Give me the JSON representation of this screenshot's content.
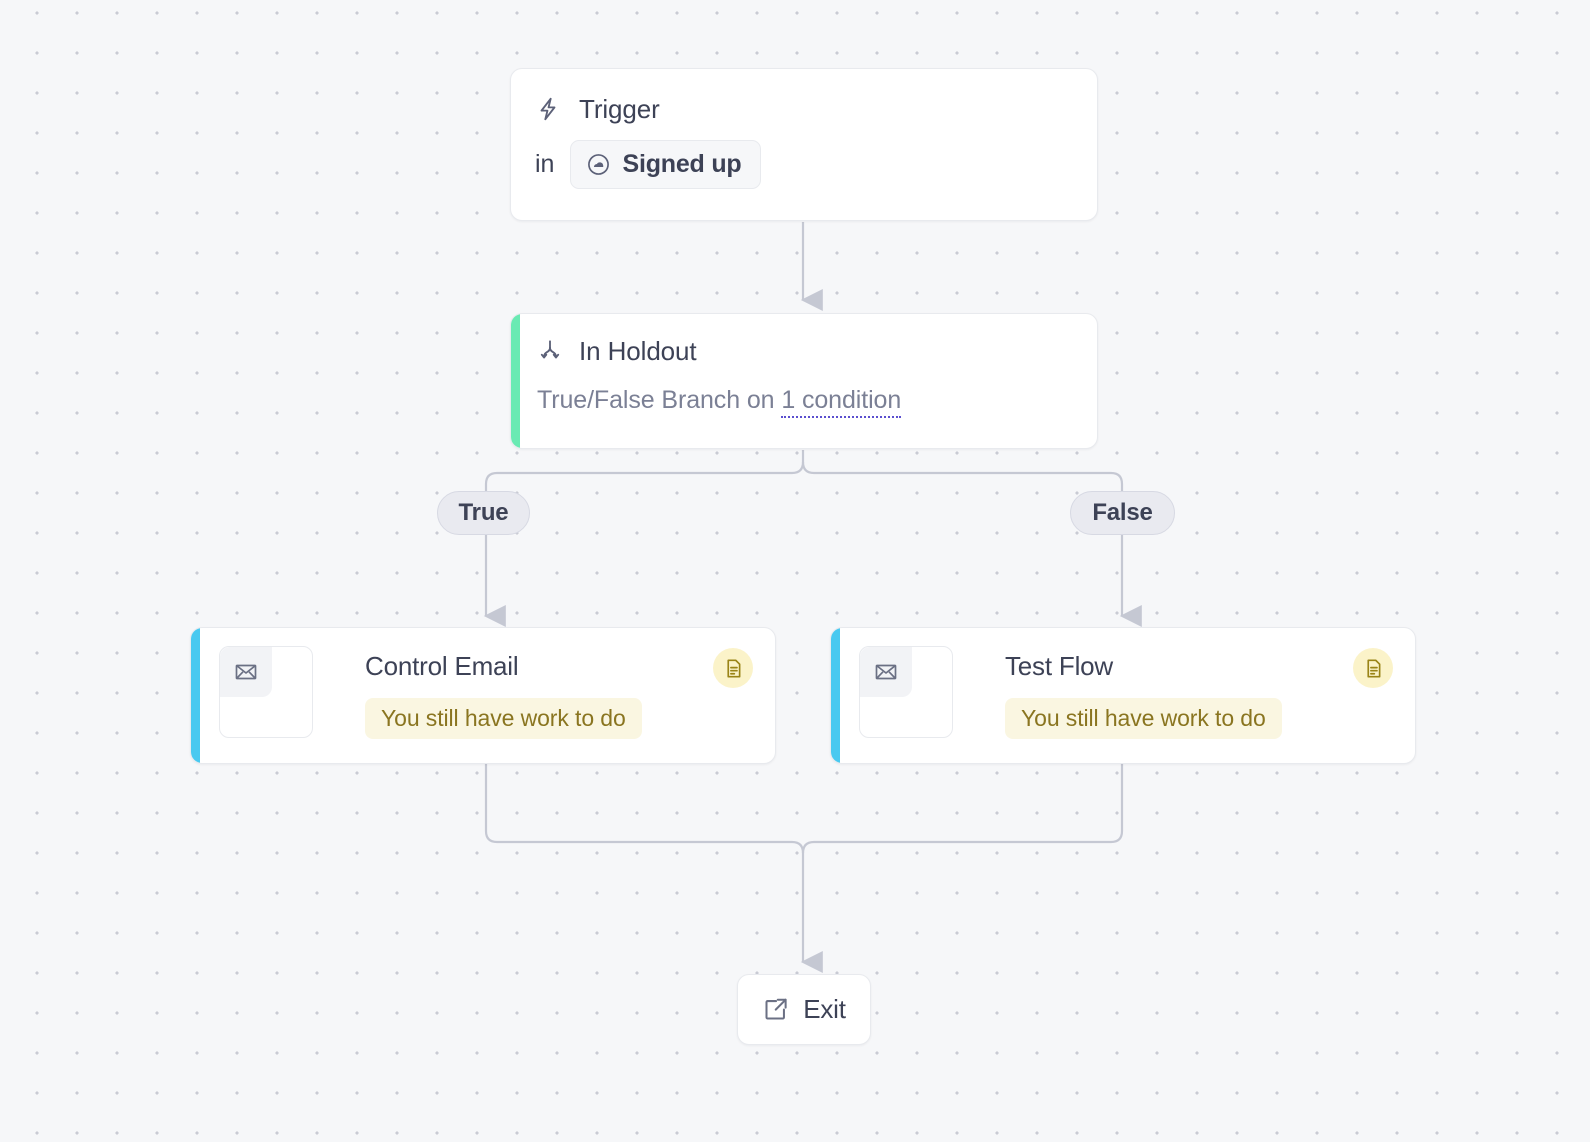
{
  "canvas": {
    "background_color": "#f6f7f9",
    "dot_color": "#c9cbd4"
  },
  "flow": {
    "trigger": {
      "icon": "lightning-bolt-icon",
      "title": "Trigger",
      "preposition": "in",
      "chip": {
        "icon": "audience-cloud-icon",
        "label": "Signed up"
      }
    },
    "holdout": {
      "icon": "branch-split-icon",
      "title": "In Holdout",
      "accent_color": "#6aeab3",
      "description_prefix": "True/False Branch on ",
      "condition_link": "1 condition"
    },
    "branches": [
      {
        "label": "True"
      },
      {
        "label": "False"
      }
    ],
    "emails": [
      {
        "title": "Control Email",
        "accent_color": "#49c9f0",
        "thumb_icon": "envelope-placeholder-icon",
        "badge_icon": "document-icon",
        "badge_color": "#fbf3c9",
        "warning": "You still have work to do"
      },
      {
        "title": "Test Flow",
        "accent_color": "#49c9f0",
        "thumb_icon": "envelope-placeholder-icon",
        "badge_icon": "document-icon",
        "badge_color": "#fbf3c9",
        "warning": "You still have work to do"
      }
    ],
    "exit": {
      "icon": "external-link-icon",
      "label": "Exit"
    }
  }
}
